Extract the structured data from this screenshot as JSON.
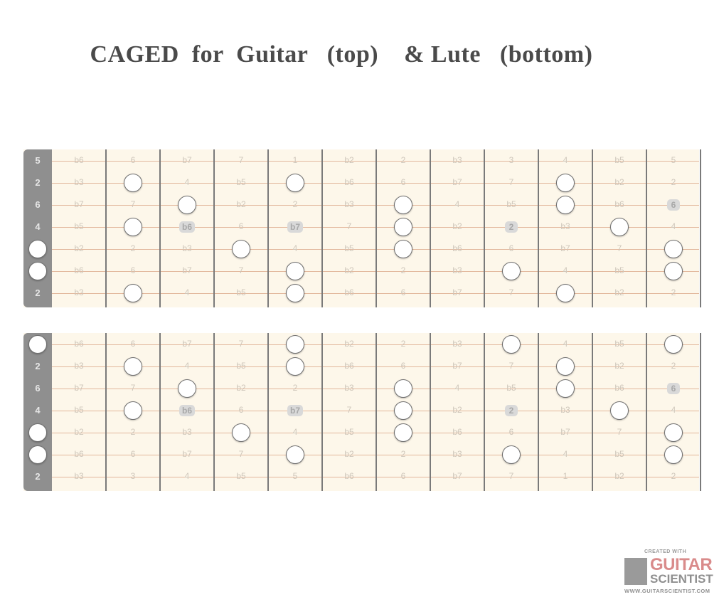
{
  "title": "CAGED  for  Guitar   (top)    & Lute   (bottom)",
  "colors": {
    "nut": "#8f8f8f",
    "board": "#fdf7ea",
    "string": "#e2b79c",
    "fret": "#7a7a7a",
    "dot_fill": "#ffffff",
    "dot_border": "#6f6f6f",
    "highlight": "#d9d9d9",
    "logo_red": "#d98b8b"
  },
  "fretboards": [
    {
      "name": "guitar",
      "nut_labels": [
        "5",
        "2",
        "6",
        "4",
        "",
        "",
        "2"
      ],
      "nut_dots": [
        4,
        5
      ],
      "rows": [
        [
          "b6",
          "6",
          "b7",
          "7",
          "1",
          "b2",
          "2",
          "b3",
          "3",
          "4",
          "b5",
          "5"
        ],
        [
          "b3",
          "3",
          "4",
          "b5",
          "5",
          "b6",
          "6",
          "b7",
          "7",
          "1",
          "b2",
          "2"
        ],
        [
          "b7",
          "7",
          "1",
          "b2",
          "2",
          "b3",
          "3",
          "4",
          "b5",
          "5",
          "b6",
          "6"
        ],
        [
          "b5",
          "5",
          "b6",
          "6",
          "b7",
          "7",
          "1",
          "b2",
          "2",
          "b3",
          "3",
          "4"
        ],
        [
          "b2",
          "2",
          "b3",
          "3",
          "4",
          "b5",
          "5",
          "b6",
          "6",
          "b7",
          "7",
          "1"
        ],
        [
          "b6",
          "6",
          "b7",
          "7",
          "1",
          "b2",
          "2",
          "b3",
          "3",
          "4",
          "b5",
          "5"
        ],
        [
          "b3",
          "3",
          "4",
          "b5",
          "5",
          "b6",
          "6",
          "b7",
          "7",
          "1",
          "b2",
          "2"
        ]
      ],
      "dots": [
        [
          1,
          1
        ],
        [
          1,
          4
        ],
        [
          1,
          9
        ],
        [
          2,
          2
        ],
        [
          2,
          6
        ],
        [
          2,
          9
        ],
        [
          3,
          1
        ],
        [
          3,
          6
        ],
        [
          3,
          10
        ],
        [
          4,
          3
        ],
        [
          4,
          6
        ],
        [
          4,
          11
        ],
        [
          5,
          4
        ],
        [
          5,
          8
        ],
        [
          5,
          11
        ],
        [
          6,
          1
        ],
        [
          6,
          4
        ],
        [
          6,
          9
        ]
      ],
      "highlights": [
        [
          2,
          11
        ],
        [
          3,
          2
        ],
        [
          3,
          4
        ],
        [
          3,
          8
        ]
      ]
    },
    {
      "name": "lute",
      "nut_labels": [
        "",
        "2",
        "6",
        "4",
        "",
        "",
        "2"
      ],
      "nut_dots": [
        0,
        4,
        5
      ],
      "rows": [
        [
          "b6",
          "6",
          "b7",
          "7",
          "1",
          "b2",
          "2",
          "b3",
          "3",
          "4",
          "b5",
          "5"
        ],
        [
          "b3",
          "3",
          "4",
          "b5",
          "5",
          "b6",
          "6",
          "b7",
          "7",
          "1",
          "b2",
          "2"
        ],
        [
          "b7",
          "7",
          "1",
          "b2",
          "2",
          "b3",
          "3",
          "4",
          "b5",
          "5",
          "b6",
          "6"
        ],
        [
          "b5",
          "5",
          "b6",
          "6",
          "b7",
          "7",
          "1",
          "b2",
          "2",
          "b3",
          "3",
          "4"
        ],
        [
          "b2",
          "2",
          "b3",
          "3",
          "4",
          "b5",
          "5",
          "b6",
          "6",
          "b7",
          "7",
          "1"
        ],
        [
          "b6",
          "6",
          "b7",
          "7",
          "1",
          "b2",
          "2",
          "b3",
          "3",
          "4",
          "b5",
          "5"
        ],
        [
          "b3",
          "3",
          "4",
          "b5",
          "5",
          "b6",
          "6",
          "b7",
          "7",
          "1",
          "b2",
          "2"
        ]
      ],
      "dots": [
        [
          0,
          4
        ],
        [
          0,
          8
        ],
        [
          0,
          11
        ],
        [
          1,
          1
        ],
        [
          1,
          4
        ],
        [
          1,
          9
        ],
        [
          2,
          2
        ],
        [
          2,
          6
        ],
        [
          2,
          9
        ],
        [
          3,
          1
        ],
        [
          3,
          6
        ],
        [
          3,
          10
        ],
        [
          4,
          3
        ],
        [
          4,
          6
        ],
        [
          4,
          11
        ],
        [
          5,
          4
        ],
        [
          5,
          8
        ],
        [
          5,
          11
        ]
      ],
      "highlights": [
        [
          2,
          11
        ],
        [
          3,
          2
        ],
        [
          3,
          4
        ],
        [
          3,
          8
        ]
      ]
    }
  ],
  "logo": {
    "created_with": "CREATED WITH",
    "word1": "GUITAR",
    "word2": "SCIENTIST",
    "url": "WWW.GUITARSCIENTIST.COM"
  }
}
